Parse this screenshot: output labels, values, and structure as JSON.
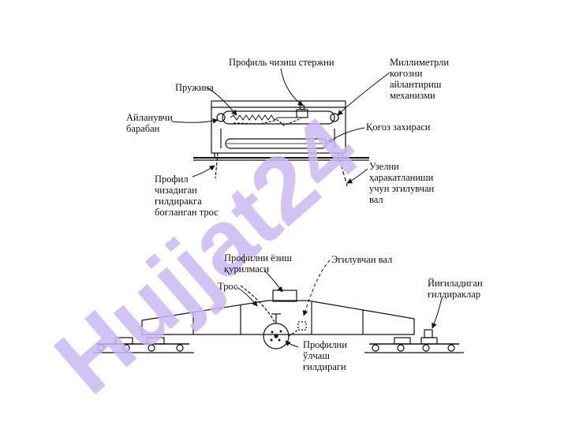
{
  "watermark": {
    "text": "Hujjat24",
    "color": "#c9b8f2"
  },
  "top_diagram": {
    "labels": {
      "rod": "Профиль чизиш стержни",
      "mechanism": "Миллиметрли\nкоғозни\nайлантириш\nмеханизми",
      "spring": "Пружина",
      "drum": "Айланувчи\nбарабан",
      "paper_reserve": "Қоғоз захираси",
      "cable": "Профил\nчизадиган\nғилдиракга\nбоғланган трос",
      "flex_shaft": "Узелни\nҳаракатланиши\nучун эгилувчан\nвал"
    }
  },
  "bottom_diagram": {
    "labels": {
      "recorder": "Профилни ёзиш\nқурилмаси",
      "flex_shaft": "Эгилувчан вал",
      "cable": "Трос",
      "folding_wheels": "Йиғиладиган\nғилдираклар",
      "measuring_wheel": "Профилни\nўлчаш\nғилдираги"
    }
  }
}
